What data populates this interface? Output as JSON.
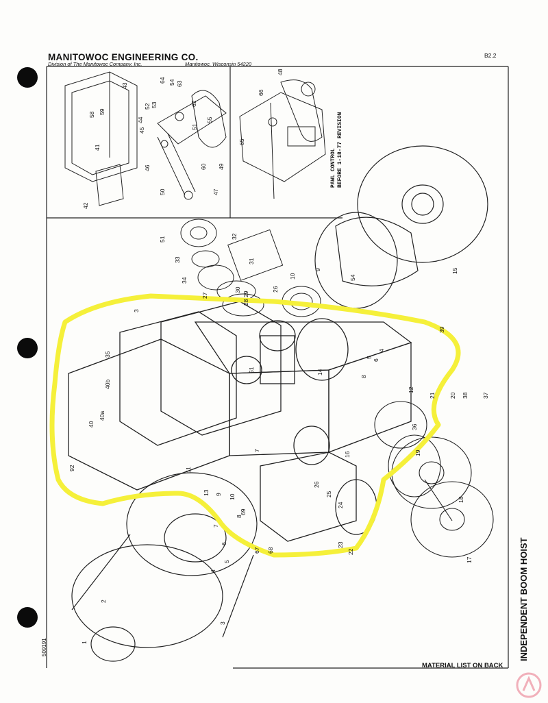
{
  "header": {
    "company": "MANITOWOC ENGINEERING CO.",
    "division": "Division of The Manitowoc Company, Inc.",
    "location": "Manitowoc, Wisconsin 54220",
    "page_code": "B2.2"
  },
  "inset": {
    "note_line1": "PAWL CONTROL",
    "note_line2": "BEFORE 1-18-77 REVISION"
  },
  "footer": {
    "material_list": "MATERIAL LIST ON BACK",
    "side_title": "INDEPENDENT BOOM HOIST",
    "doc_number": "509191"
  },
  "highlight_color": "#f5f03a",
  "callouts_inset_left": [
    "43",
    "58",
    "59",
    "41",
    "42",
    "64",
    "54",
    "63",
    "52",
    "53",
    "44",
    "45",
    "46",
    "62",
    "51",
    "55",
    "60",
    "49",
    "50",
    "47",
    "48"
  ],
  "callouts_inset_right": [
    "66",
    "65",
    "51"
  ],
  "callouts_main": [
    "32",
    "33",
    "31",
    "34",
    "30",
    "29",
    "28",
    "27",
    "26",
    "10",
    "9",
    "54",
    "15",
    "3",
    "39",
    "35",
    "40b",
    "40a",
    "40",
    "92",
    "61",
    "14",
    "8",
    "6",
    "5",
    "4",
    "7",
    "11",
    "12",
    "21",
    "20",
    "38",
    "37",
    "36",
    "19",
    "18",
    "17",
    "16",
    "26",
    "25",
    "24",
    "23",
    "22",
    "13",
    "9",
    "10",
    "8",
    "69",
    "67",
    "68",
    "5",
    "4",
    "6",
    "7",
    "3",
    "2",
    "1"
  ]
}
